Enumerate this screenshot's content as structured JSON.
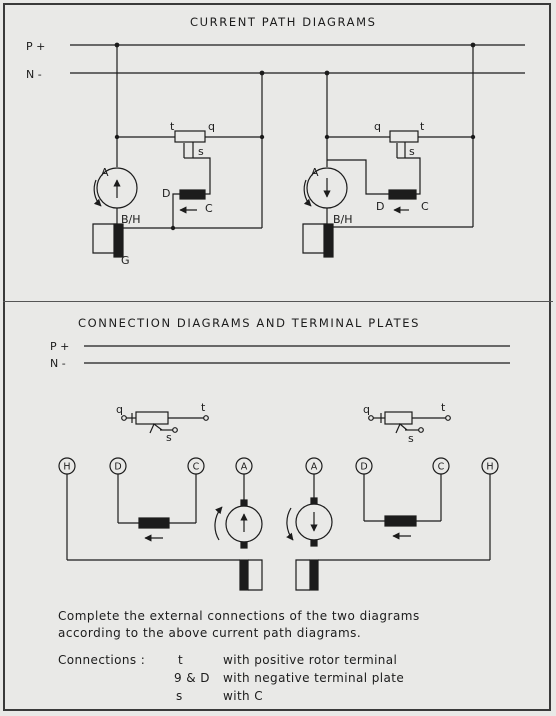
{
  "titles": {
    "current_path": "CURRENT PATH DIAGRAMS",
    "connection": "CONNECTION DIAGRAMS AND TERMINAL PLATES"
  },
  "rails": {
    "positive": "P +",
    "negative": "N -"
  },
  "labels": {
    "t": "t",
    "q": "q",
    "s": "s",
    "A": "A",
    "BH": "B/H",
    "G": "G",
    "C": "C",
    "D": "D",
    "H": "H"
  },
  "instructions": {
    "line1": "Complete the external connections of the two diagrams",
    "line2": "according to the above current path diagrams."
  },
  "connections": {
    "heading": "Connections :",
    "rows": [
      {
        "terminal": "t",
        "text": "with positive rotor terminal"
      },
      {
        "terminal": "9 & D",
        "text": "with negative terminal plate"
      },
      {
        "terminal": "s",
        "text": "with C"
      }
    ]
  }
}
